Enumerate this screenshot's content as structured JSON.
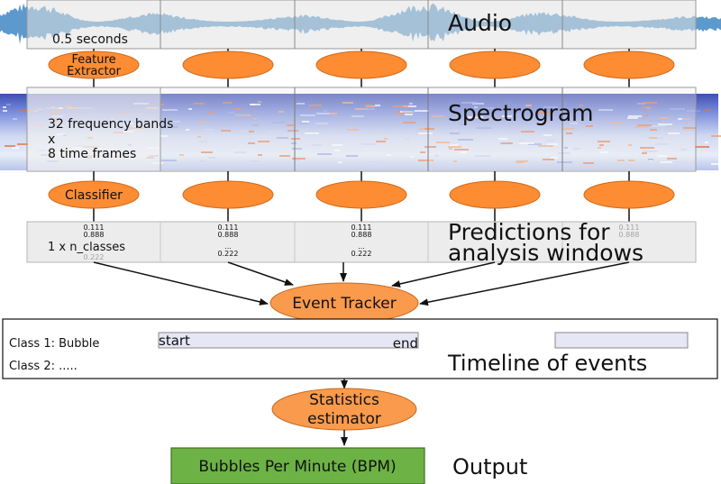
{
  "stages": {
    "audio": {
      "label": "Audio",
      "window_label": "0.5 seconds"
    },
    "feature_extractor": {
      "label_line1": "Feature",
      "label_line2": "Extractor"
    },
    "spectrogram": {
      "label": "Spectrogram",
      "line1": "32 frequency bands",
      "line2": "x",
      "line3": "8 time frames"
    },
    "classifier": {
      "label": "Classifier"
    },
    "predictions": {
      "label_line1": "Predictions for",
      "label_line2": "analysis windows",
      "window_label": "1 x n_classes",
      "value_top": "0.111",
      "value_mid": "0.888",
      "value_dots": "...",
      "value_bottom": "0.222"
    },
    "event_tracker": {
      "label": "Event Tracker"
    },
    "timeline": {
      "label": "Timeline of events",
      "class1": "Class 1: Bubble",
      "class2": "Class 2: .....",
      "start": "start",
      "end": "end"
    },
    "statistics": {
      "label_line1": "Statistics",
      "label_line2": "estimator"
    },
    "output": {
      "box_label": "Bubbles Per Minute (BPM)",
      "label": "Output"
    }
  },
  "colors": {
    "orange": "#fd8c33",
    "orange_light": "#f99a4c",
    "green": "#6cb244",
    "audio_blue": "#4a8ec6",
    "panel_gray": "#ececec",
    "event_bar": "#e6e6f5"
  }
}
